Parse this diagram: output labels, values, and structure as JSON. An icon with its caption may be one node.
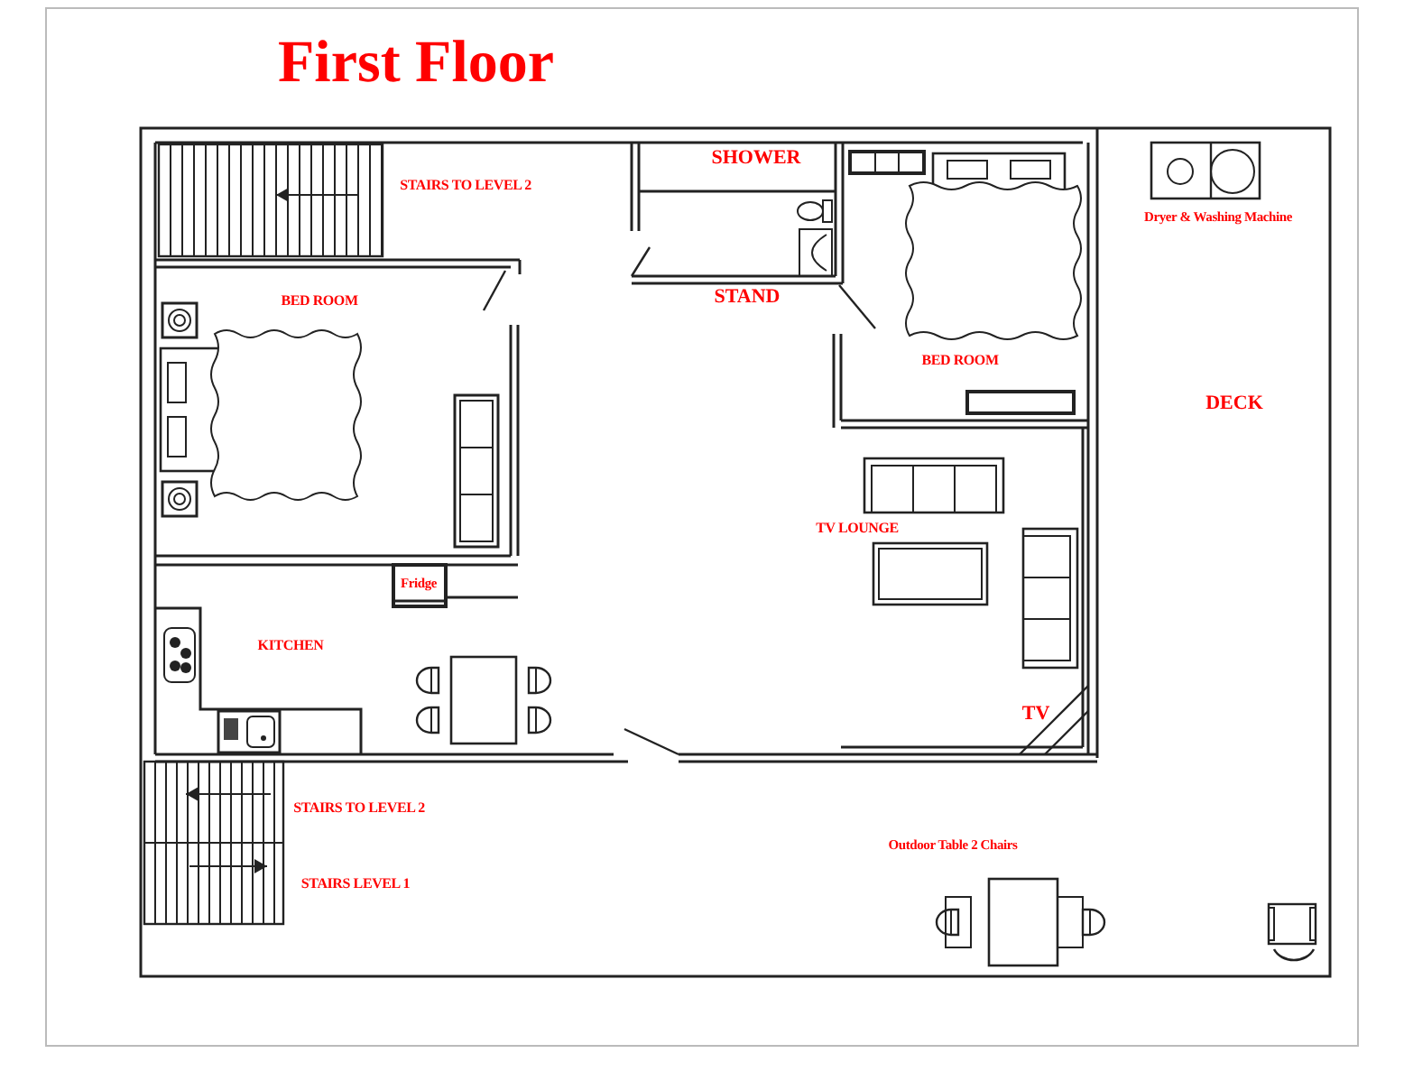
{
  "diagram": {
    "title": "First Floor",
    "labels": [
      "SHOWER",
      "STAIRS TO LEVEL 2",
      "Dryer & Washing Machine",
      "STAND",
      "BED ROOM",
      "BED ROOM",
      "DECK",
      "TV LOUNGE",
      "Fridge",
      "KITCHEN",
      "TV",
      "STAIRS TO LEVEL 2",
      "Outdoor Table 2 Chairs",
      "STAIRS LEVEL 1"
    ]
  }
}
